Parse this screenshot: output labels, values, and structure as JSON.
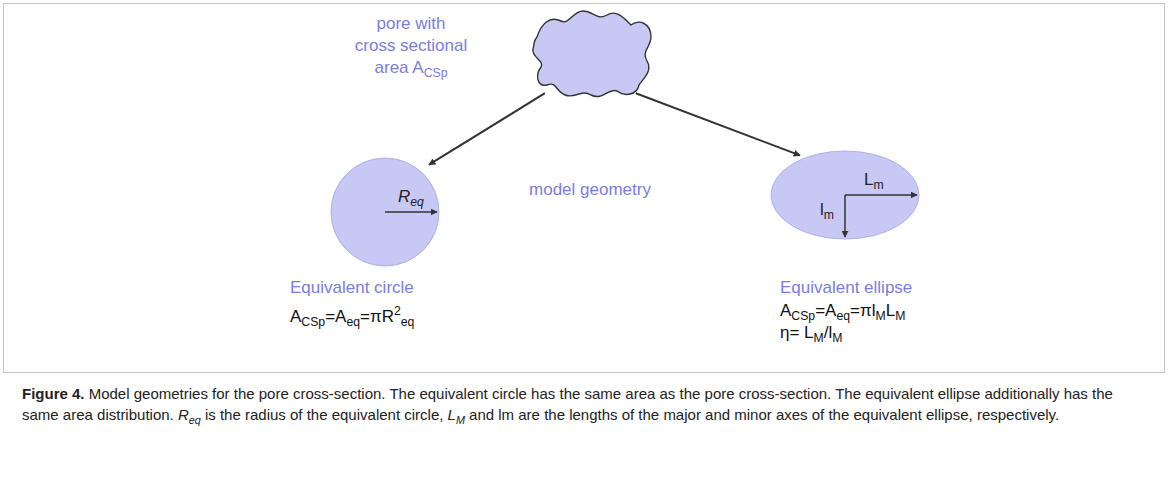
{
  "diagram": {
    "caption": "Figure 4. Model geometries for the pore cross-section. The equivalent circle has the same area as the pore cross-section. The equivalent ellipse additionally has the same area distribution. Req is the radius of the equivalent circle, LM and lm are the lengths of the major and minor axes of the equivalent ellipse, respectively.",
    "nodes": [
      {
        "text": [
          "pore with cross sectional area ACSp"
        ]
      },
      {
        "text": [
          "Req",
          "Equivalent circle",
          "ACSp=Aeq=πR2eq"
        ]
      },
      {
        "text": [
          "Lm",
          "lm",
          "Equivalent ellipse",
          "ACSp=Aeq=πlMLM",
          "η= LM/lM"
        ]
      }
    ],
    "edges": [
      {
        "from": 0,
        "to": 1,
        "arrow": "to"
      },
      {
        "from": 0,
        "to": 2,
        "arrow": "to"
      }
    ],
    "labels": [
      "model geometry"
    ]
  }
}
